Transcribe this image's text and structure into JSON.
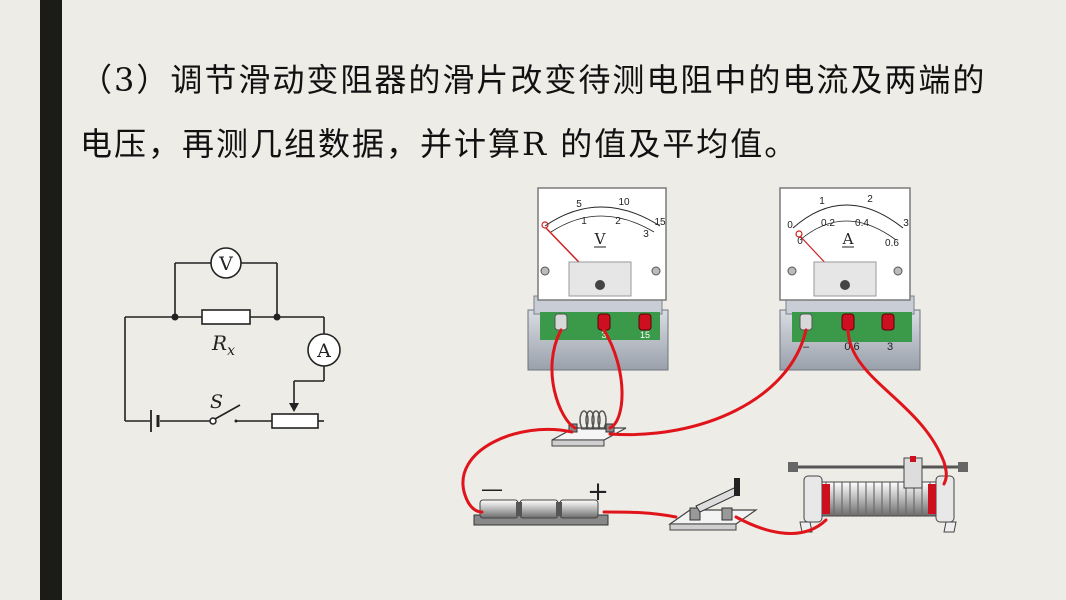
{
  "slide": {
    "paragraph_lines": [
      "（3）调节滑动变阻器的滑片改变待测电阻中的电流及两端的",
      "电压，再测几组数据，并计算R 的值及平均值。"
    ]
  },
  "schematic": {
    "voltmeter_label": "V",
    "ammeter_label": "A",
    "resistor_label_main": "R",
    "resistor_label_sub": "x",
    "switch_label": "S"
  },
  "voltmeter_device": {
    "scale_outer": [
      "5",
      "10",
      "15"
    ],
    "scale_inner": [
      "1",
      "2",
      "3"
    ],
    "symbol": "V",
    "terminals": [
      "",
      "3",
      "15"
    ]
  },
  "ammeter_device": {
    "scale_outer": [
      "0",
      "1",
      "2",
      "3"
    ],
    "scale_inner": [
      "0",
      "0.2",
      "0.4",
      "0.6"
    ],
    "symbol": "A",
    "terminals": [
      "–",
      "0.6",
      "3"
    ]
  },
  "battery_device": {
    "neg": "—",
    "pos": "+"
  },
  "colors": {
    "background": "#eeece6",
    "side_bar": "#1b1b17",
    "wire": "#e0151b",
    "terminal_strip": "#3a9a4a"
  }
}
